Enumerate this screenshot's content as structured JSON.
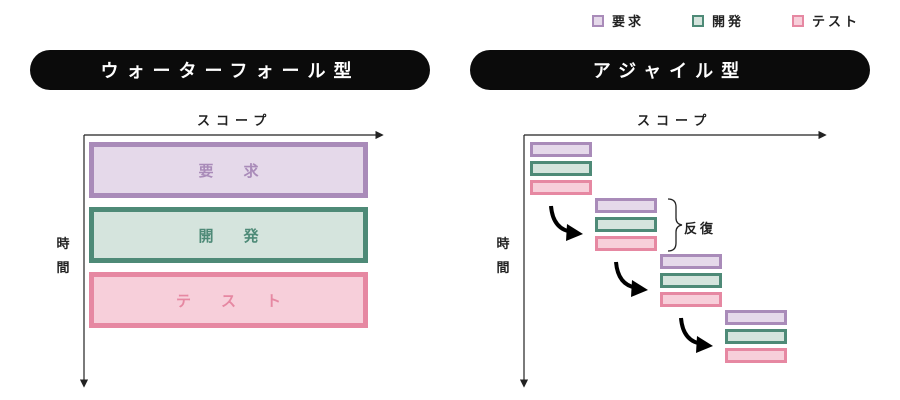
{
  "legend": [
    {
      "label": "要求",
      "color": "#a98bb9",
      "fill": "#e5d9ea"
    },
    {
      "label": "開発",
      "color": "#4e8a77",
      "fill": "#d5e4dd"
    },
    {
      "label": "テスト",
      "color": "#e688a2",
      "fill": "#f7cfda"
    }
  ],
  "waterfall": {
    "title": "ウォーターフォール型",
    "x_axis_label": "スコープ",
    "y_axis_label_1": "時",
    "y_axis_label_2": "間",
    "blocks": [
      "要求",
      "開発",
      "テスト"
    ]
  },
  "agile": {
    "title": "アジャイル型",
    "x_axis_label": "スコープ",
    "y_axis_label_1": "時",
    "y_axis_label_2": "間",
    "iteration_label": "反復"
  },
  "colors": {
    "requirements": "#a98bb9",
    "development": "#4e8a77",
    "testing": "#e688a2",
    "title_background": "#0b0b0b"
  }
}
